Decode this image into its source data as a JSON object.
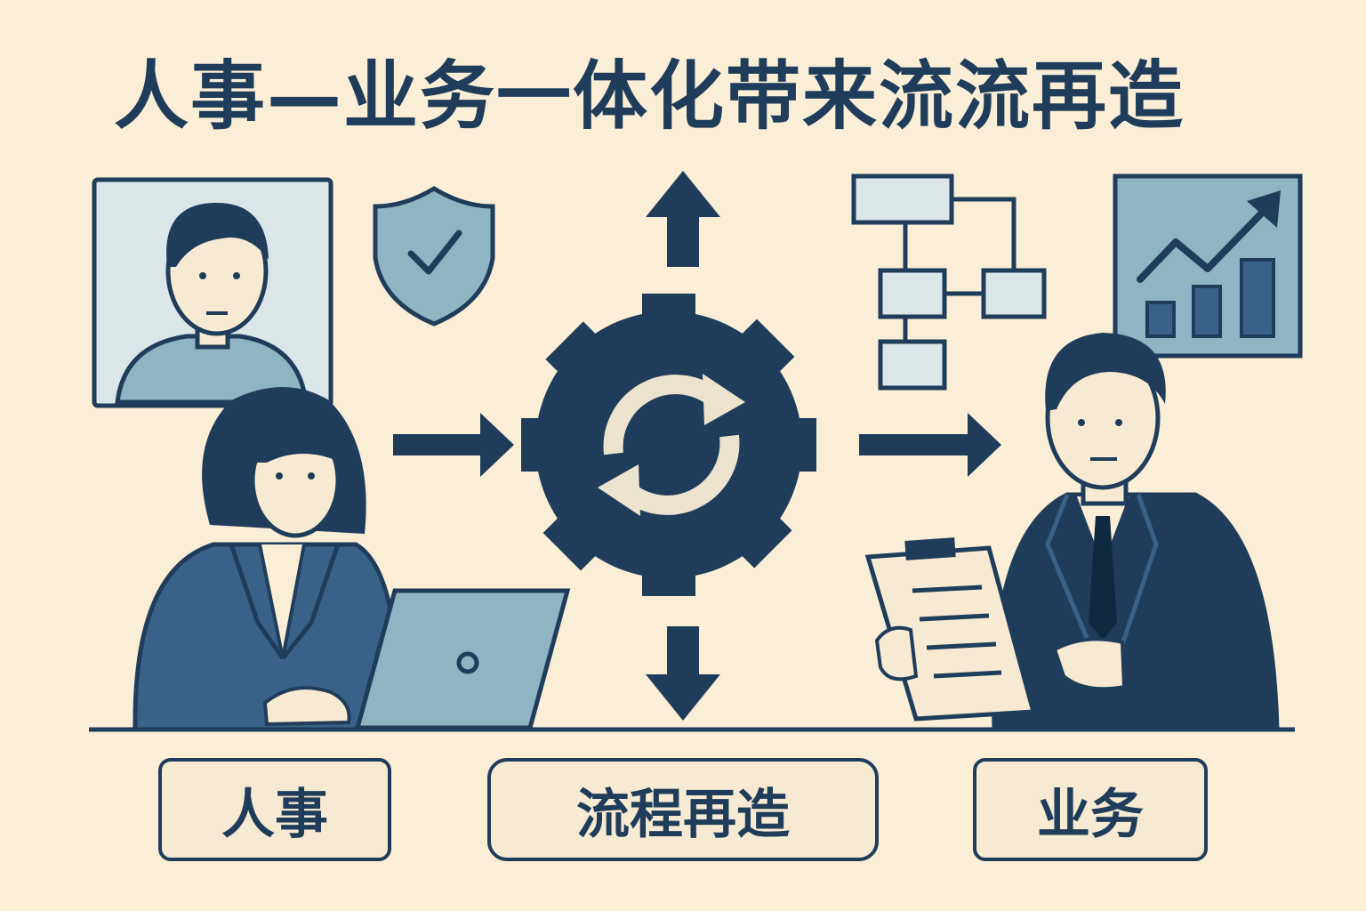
{
  "title": "人事—业务一体化带来流流再造",
  "labels": {
    "hr": "人事",
    "process": "流程再造",
    "business": "业务"
  },
  "colors": {
    "background": "#faeed6",
    "navy": "#1f3d5a",
    "steel": "#3a6288",
    "light_blue": "#8fb4c4",
    "pale": "#dbe6e8"
  },
  "icons": [
    "person-portrait-icon",
    "shield-check-icon",
    "arrow-up-icon",
    "gear-refresh-icon",
    "arrow-down-icon",
    "flowchart-icon",
    "growth-chart-icon",
    "arrow-right-icon"
  ]
}
